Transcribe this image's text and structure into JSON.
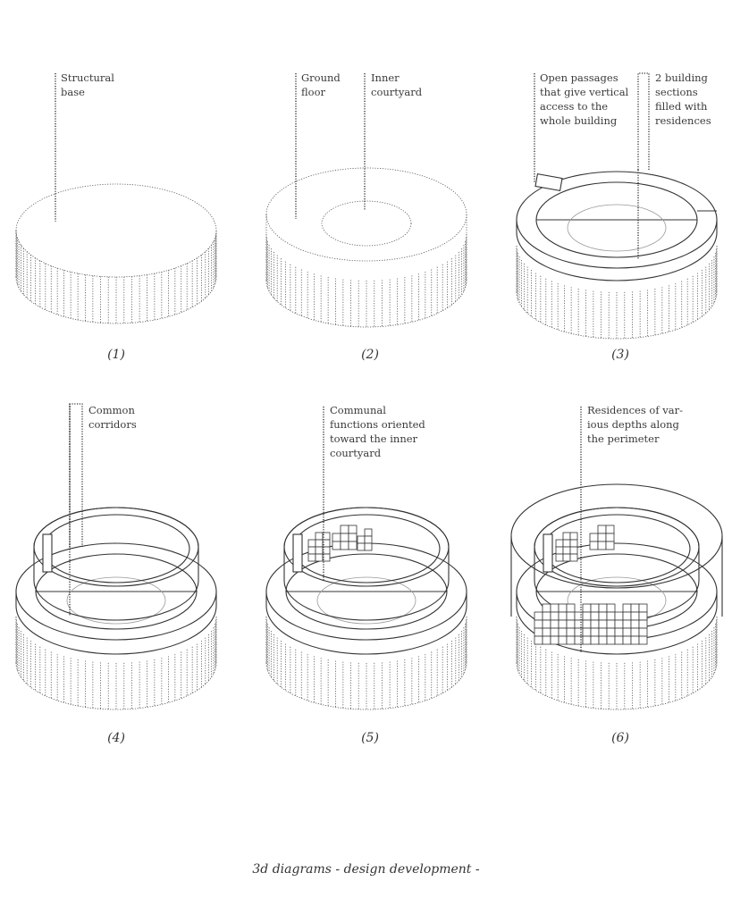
{
  "panels": [
    {
      "number": "(1)",
      "labels": [
        "Structural\nbase"
      ]
    },
    {
      "number": "(2)",
      "labels": [
        "Ground\nfloor",
        "Inner\ncourtyard"
      ]
    },
    {
      "number": "(3)",
      "labels": [
        "Open passages\nthat give vertical\naccess to the\nwhole building",
        "2 building\nsections\nfilled with\nresidences"
      ]
    },
    {
      "number": "(4)",
      "labels": [
        "Common\ncorridors"
      ]
    },
    {
      "number": "(5)",
      "labels": [
        "Communal\nfunctions oriented\ntoward the inner\ncourtyard"
      ]
    },
    {
      "number": "(6)",
      "labels": [
        "Residences of var-\nious depths along\nthe perimeter"
      ]
    }
  ],
  "caption": "3d diagrams - design development -"
}
